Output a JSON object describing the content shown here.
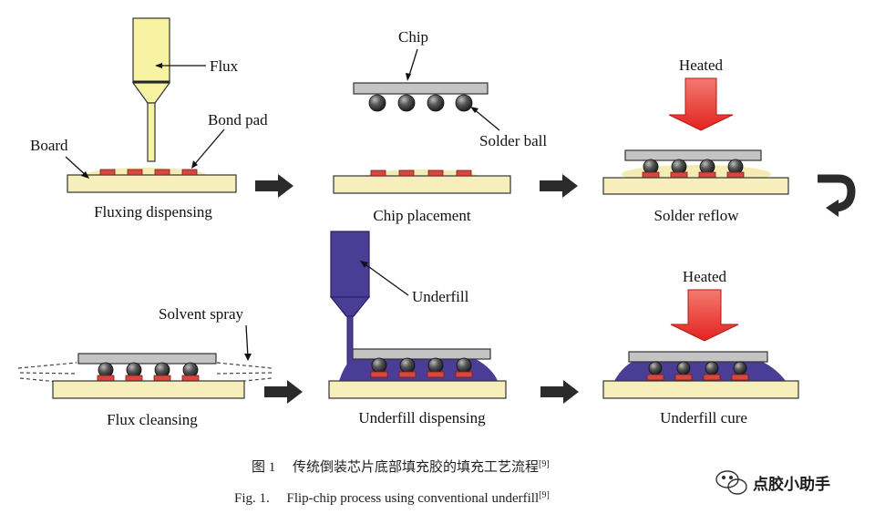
{
  "colors": {
    "board": "#f6eebb",
    "pad": "#d8473f",
    "chip": "#c4c4c4",
    "ball": "#3a3a3a",
    "flux_syringe": "#f7f3a2",
    "underfill": "#4a3d95",
    "heat_arrow": "#e8322d",
    "flow_arrow": "#2b2b2b"
  },
  "labels": {
    "flux": "Flux",
    "bond_pad": "Bond pad",
    "board": "Board",
    "chip": "Chip",
    "solder_ball": "Solder ball",
    "heated_1": "Heated",
    "heated_2": "Heated",
    "solvent_spray": "Solvent spray",
    "underfill": "Underfill"
  },
  "steps": [
    "Fluxing dispensing",
    "Chip placement",
    "Solder reflow",
    "Flux cleansing",
    "Underfill dispensing",
    "Underfill cure"
  ],
  "caption": {
    "cn": "图 1　 传统倒装芯片底部填充胶的填充工艺流程",
    "cn_ref": "[9]",
    "en": "Fig. 1.　 Flip-chip process using conventional underfill",
    "en_ref": "[9]"
  },
  "watermark": "点胶小助手",
  "icons": [
    "wechat-logo-icon",
    "flow-arrow-icon",
    "return-arrow-icon",
    "heat-arrow-icon"
  ]
}
